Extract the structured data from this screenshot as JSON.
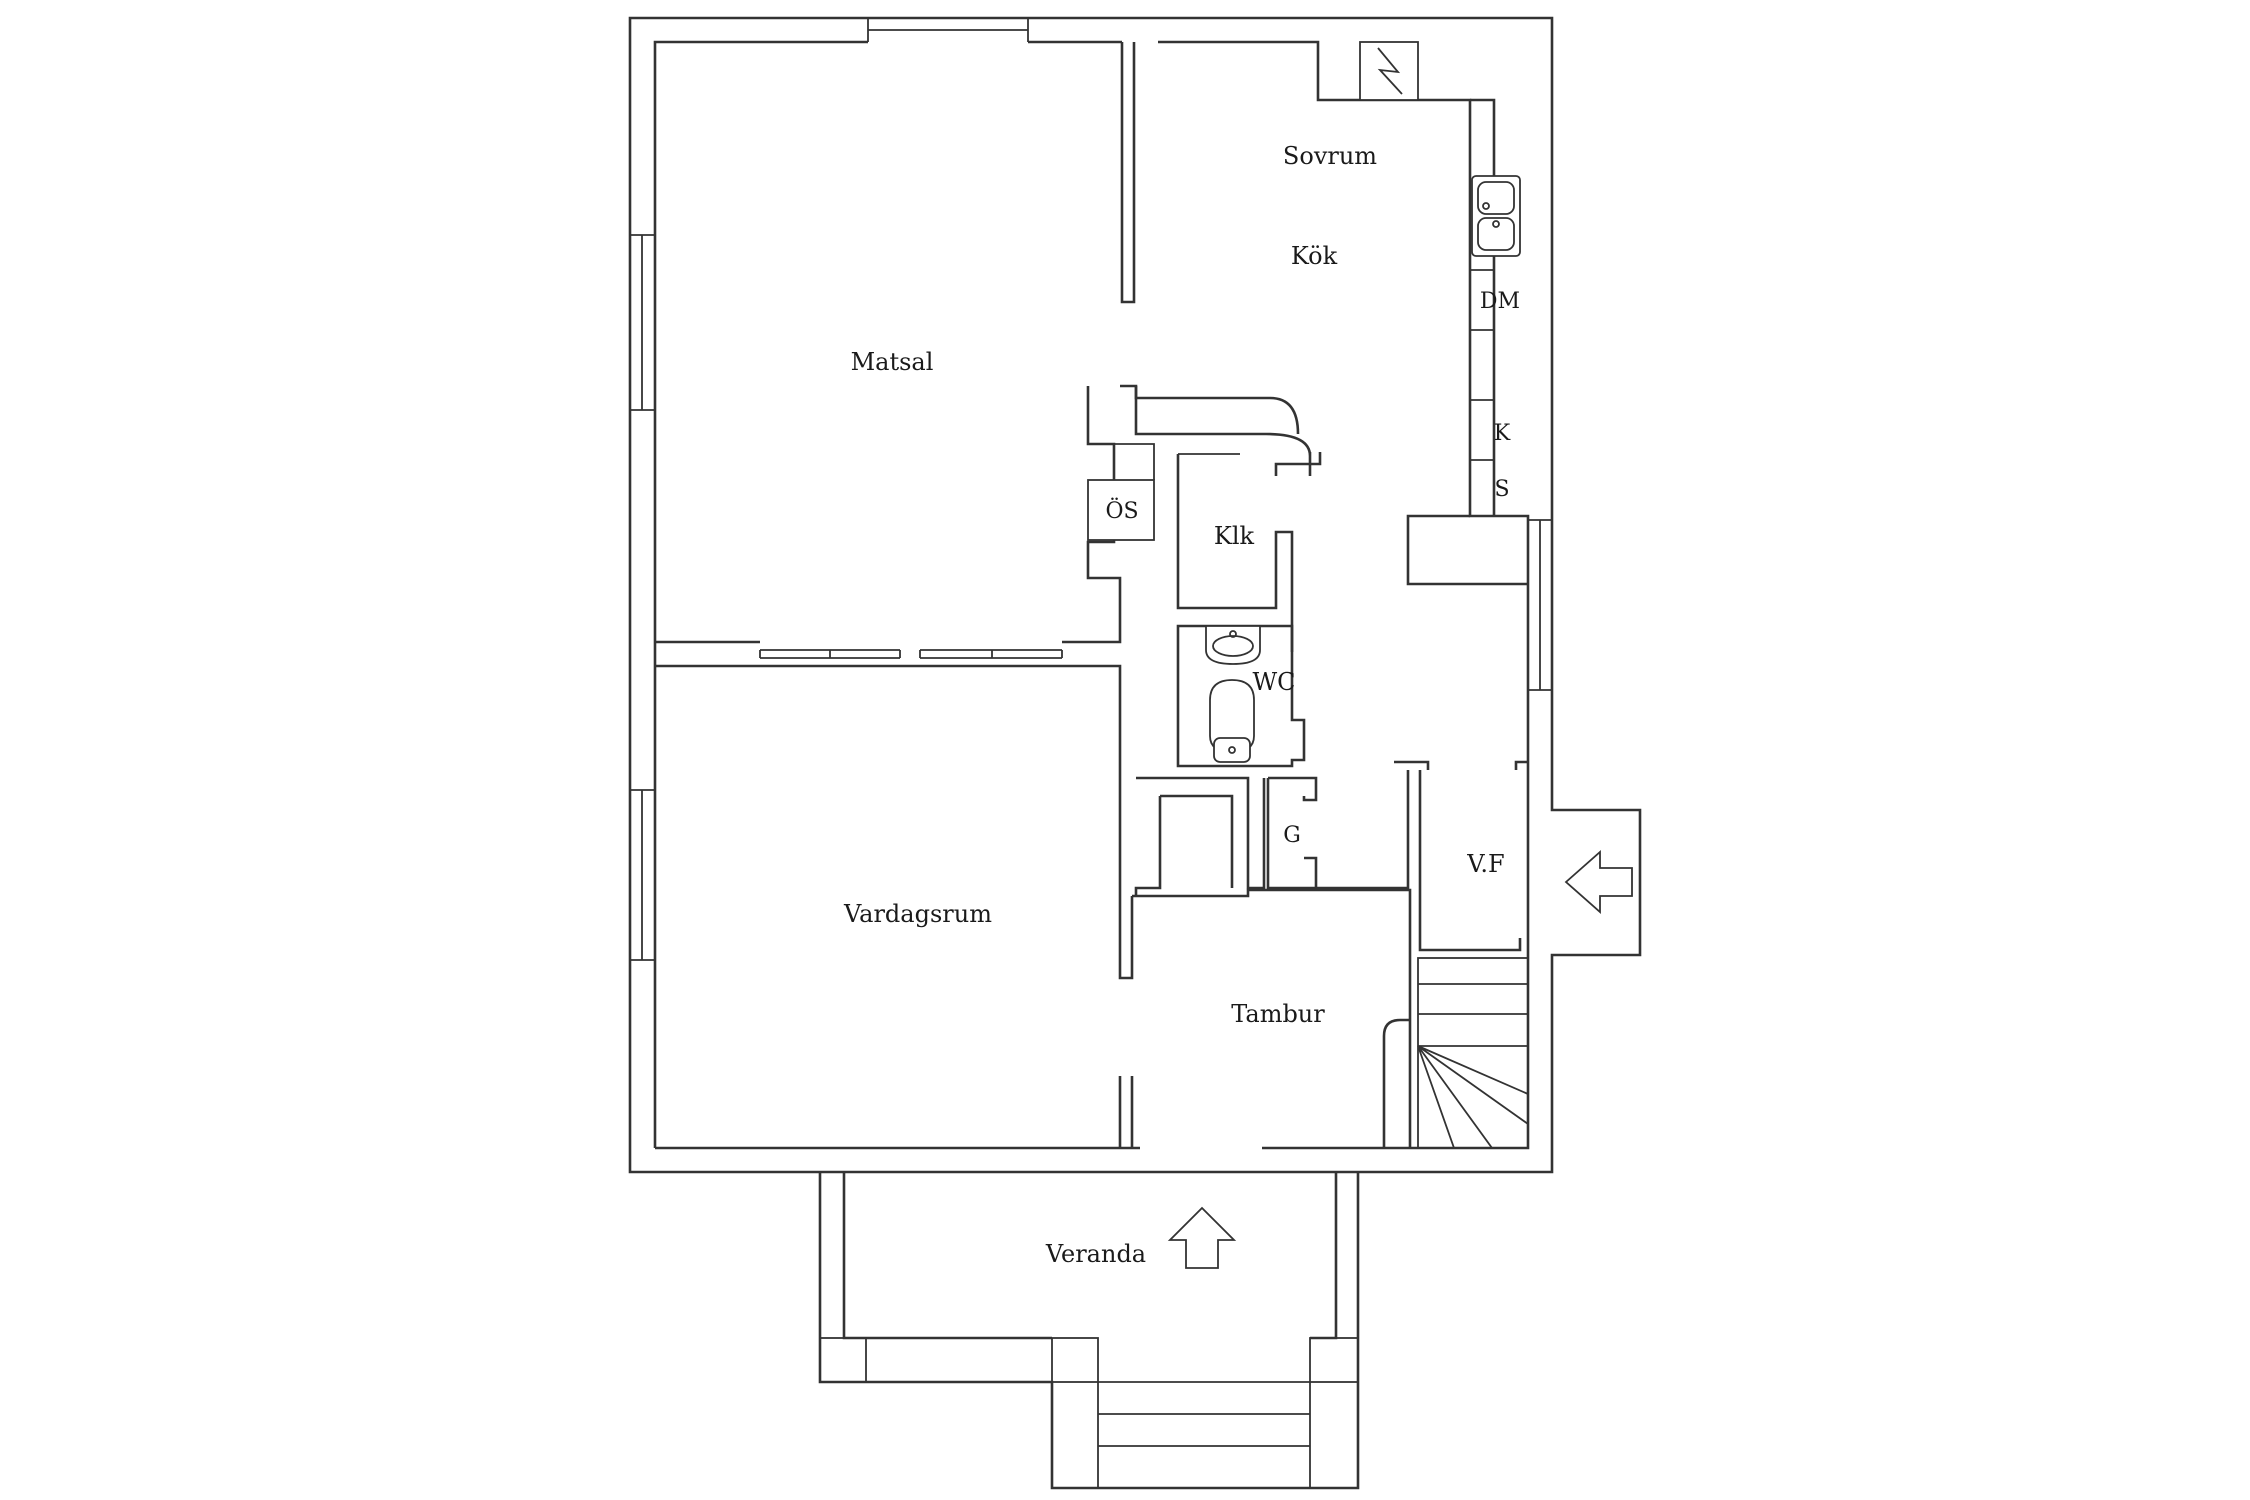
{
  "rooms": {
    "sovrum": "Sovrum",
    "kok": "Kök",
    "matsal": "Matsal",
    "klk": "Klk",
    "wc": "WC",
    "os": "ÖS",
    "g": "G",
    "vf": "V.F",
    "vardagsrum": "Vardagsrum",
    "tambur": "Tambur",
    "veranda": "Veranda"
  },
  "fixtures": {
    "dm": "DM",
    "k": "K",
    "s": "S"
  },
  "icons": {
    "entrance_arrow_side": "arrow-left-icon",
    "entrance_arrow_front": "arrow-up-icon"
  },
  "colors": {
    "line": "#333333",
    "background": "#ffffff"
  }
}
